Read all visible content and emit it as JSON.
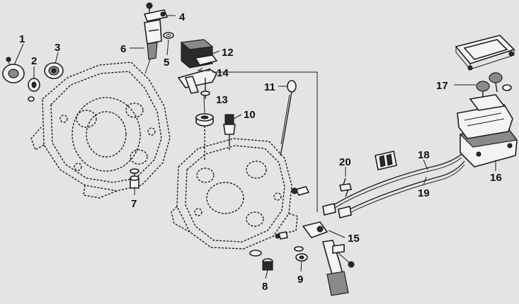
{
  "diagram": {
    "callouts": [
      {
        "id": "1",
        "label": "1"
      },
      {
        "id": "2",
        "label": "2"
      },
      {
        "id": "3",
        "label": "3"
      },
      {
        "id": "4",
        "label": "4"
      },
      {
        "id": "5",
        "label": "5"
      },
      {
        "id": "6",
        "label": "6"
      },
      {
        "id": "7",
        "label": "7"
      },
      {
        "id": "8",
        "label": "8"
      },
      {
        "id": "9",
        "label": "9"
      },
      {
        "id": "10",
        "label": "10"
      },
      {
        "id": "11",
        "label": "11"
      },
      {
        "id": "12",
        "label": "12"
      },
      {
        "id": "13",
        "label": "13"
      },
      {
        "id": "14",
        "label": "14"
      },
      {
        "id": "15",
        "label": "15"
      },
      {
        "id": "16",
        "label": "16"
      },
      {
        "id": "17",
        "label": "17"
      },
      {
        "id": "18",
        "label": "18"
      },
      {
        "id": "19",
        "label": "19"
      },
      {
        "id": "20",
        "label": "20"
      }
    ]
  }
}
